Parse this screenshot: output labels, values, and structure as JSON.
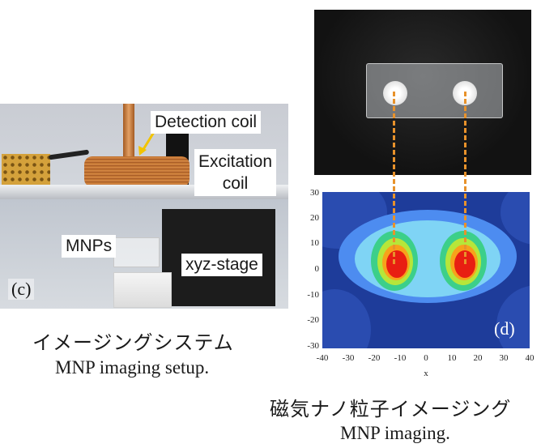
{
  "left_panel": {
    "label_detection": "Detection coil",
    "label_excitation_line1": "Excitation",
    "label_excitation_line2": "coil",
    "label_mnps": "MNPs",
    "label_stage": "xyz-stage",
    "tag": "(c)",
    "caption_jp": "イメージングシステム",
    "caption_en": "MNP imaging setup."
  },
  "right_panel": {
    "tag": "(d)",
    "caption_jp": "磁気ナノ粒子イメージング",
    "caption_en": "MNP imaging.",
    "x_axis_label": "x",
    "y_ticks": [
      "30",
      "20",
      "10",
      "0",
      "-10",
      "-20",
      "-30"
    ],
    "x_ticks": [
      "-40",
      "-30",
      "-20",
      "-10",
      "0",
      "10",
      "20",
      "30",
      "40"
    ]
  },
  "colors": {
    "dash": "#e8922b",
    "heat_background": "#1e3c9a",
    "arrow": "#f2c400"
  }
}
